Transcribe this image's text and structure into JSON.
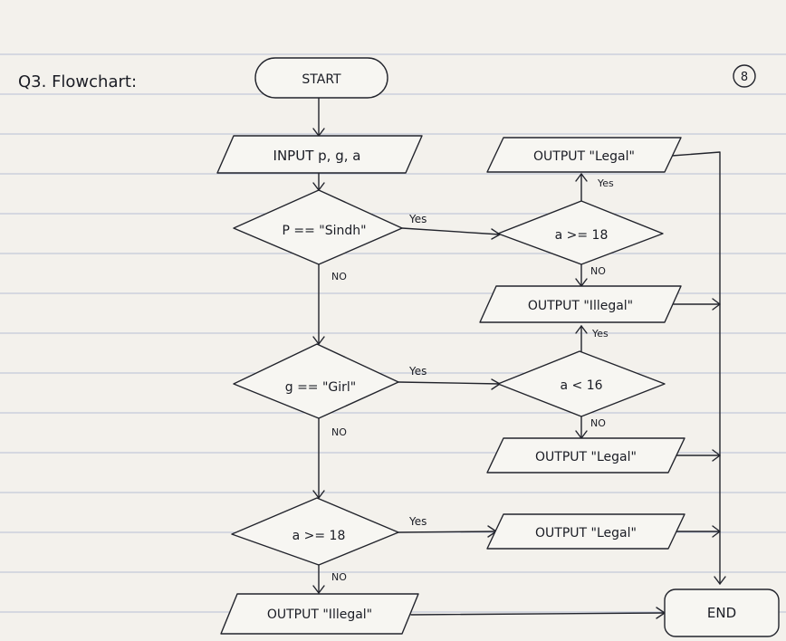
{
  "header": {
    "question": "Q3. Flowchart:",
    "page_number": "8"
  },
  "nodes": {
    "start": "START",
    "input": "INPUT  p, g, a",
    "cond_province": "P == \"Sindh\"",
    "cond_gender": "g == \"Girl\"",
    "cond_age_18": "a >= 18",
    "cond_age_18b": "a >= 18",
    "cond_age_16": "a < 16",
    "out_legal_1": "OUTPUT  \"Legal\"",
    "out_illegal_1": "OUTPUT  \"Illegal\"",
    "out_legal_2": "OUTPUT  \"Legal\"",
    "out_legal_3": "OUTPUT  \"Legal\"",
    "out_illegal_2": "OUTPUT  \"Illegal\"",
    "end": "END"
  },
  "edge_labels": {
    "yes": "Yes",
    "no": "NO"
  },
  "colors": {
    "paper": "#f3f1ec",
    "rule_line": "#b7bfd4",
    "ink": "#22242c"
  }
}
